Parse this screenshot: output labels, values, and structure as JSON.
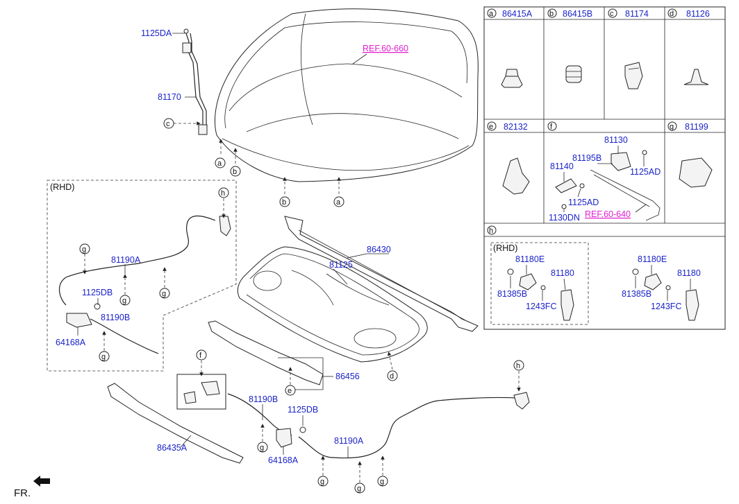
{
  "parts": {
    "p1125DA": "1125DA",
    "p81170": "81170",
    "ref60660": "REF.60-660",
    "rhd": "(RHD)",
    "p81190A_top": "81190A",
    "p1125DB_top": "1125DB",
    "p81190B_top": "81190B",
    "p64168A_top": "64168A",
    "p86430": "86430",
    "p81125": "81125",
    "p86456": "86456",
    "p86435A": "86435A",
    "p81190B_bot": "81190B",
    "p1125DB_bot": "1125DB",
    "p64168A_bot": "64168A",
    "p81190A_bot": "81190A",
    "fr": "FR."
  },
  "callouts": {
    "a": "a",
    "b": "b",
    "c": "c",
    "d": "d",
    "e": "e",
    "f": "f",
    "g": "g",
    "h": "h"
  },
  "legend": {
    "row1": [
      {
        "letter": "a",
        "part": "86415A"
      },
      {
        "letter": "b",
        "part": "86415B"
      },
      {
        "letter": "c",
        "part": "81174"
      },
      {
        "letter": "d",
        "part": "81126"
      }
    ],
    "row2": [
      {
        "letter": "e",
        "part": "82132"
      },
      {
        "letter": "f",
        "part": ""
      },
      {
        "letter": "g",
        "part": "81199"
      }
    ],
    "f_detail": {
      "p81130": "81130",
      "p81195B": "81195B",
      "p81140": "81140",
      "p1125AD_a": "1125AD",
      "p1125AD_b": "1125AD",
      "p1130DN": "1130DN",
      "ref60640": "REF.60-640"
    },
    "row3": {
      "letter": "h"
    },
    "h_detail": {
      "rhd": "(RHD)",
      "left": {
        "p81180E": "81180E",
        "p81180": "81180",
        "p81385B": "81385B",
        "p1243FC": "1243FC"
      },
      "right": {
        "p81180E": "81180E",
        "p81180": "81180",
        "p81385B": "81385B",
        "p1243FC": "1243FC"
      }
    }
  }
}
